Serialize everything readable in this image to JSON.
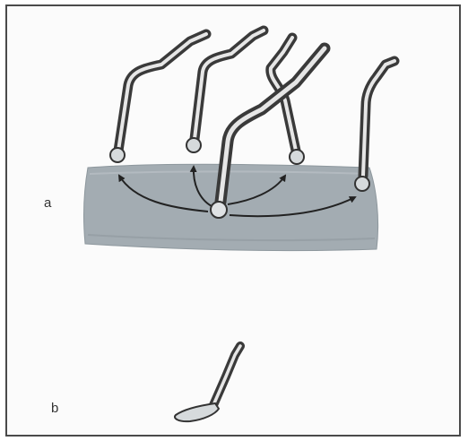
{
  "figure": {
    "panel_a_label": "a",
    "panel_b_label": "b"
  },
  "colors": {
    "frame": "#4a4a4a",
    "tissue": "#a3acb2",
    "tissue_edge": "#8d979d",
    "instrument_dark": "#3a3a3a",
    "instrument_light": "#e6e6e6",
    "arrow": "#222222"
  },
  "icons": {
    "panel_a": "ball-electrode-instruments-on-tissue",
    "panel_b": "angled-spatula-electrode"
  }
}
